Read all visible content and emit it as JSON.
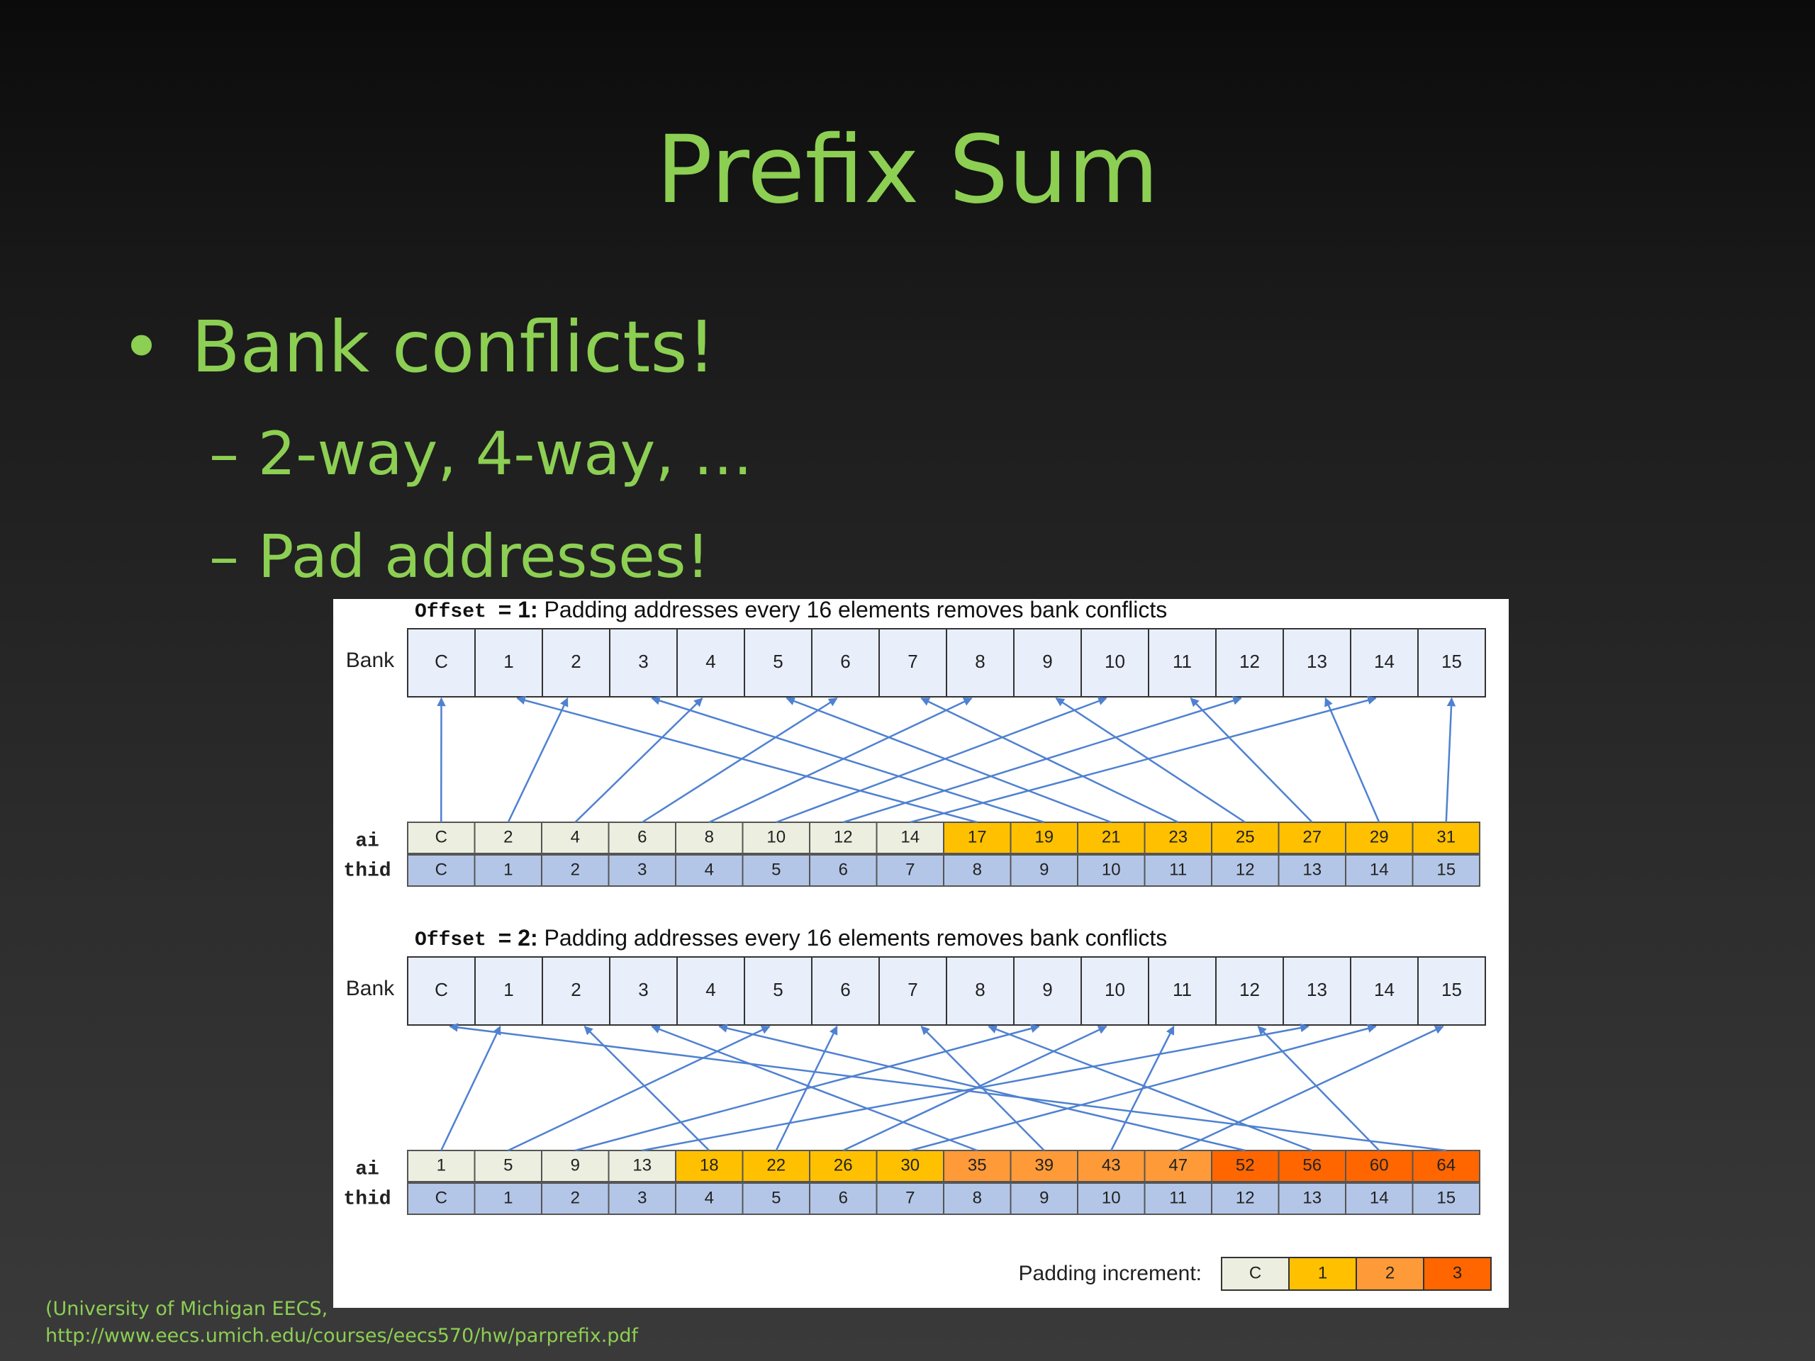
{
  "slide": {
    "title": "Prefix Sum",
    "bullet": {
      "marker": "•",
      "text": "Bank conflicts!"
    },
    "subbullets": [
      "– 2-way, 4-way, …",
      "– Pad addresses!"
    ],
    "citation": {
      "line1": "(University of Michigan EECS,",
      "line2": "http://www.eecs.umich.edu/courses/eecs570/hw/parprefix.pdf"
    }
  },
  "figure": {
    "colors": {
      "bank_fill": "#e9eefb",
      "thid_fill": "#b4c6e7",
      "arrow": "#4f81d1",
      "pad0": "#eceee0",
      "pad1": "#ffc000",
      "pad2": "#ff9a38",
      "pad3": "#ff6600"
    },
    "row_labels": {
      "bank": "Bank",
      "ai": "ai",
      "thid": "thid"
    },
    "bank_values": [
      "C",
      "1",
      "2",
      "3",
      "4",
      "5",
      "6",
      "7",
      "8",
      "9",
      "10",
      "11",
      "12",
      "13",
      "14",
      "15"
    ],
    "thid_values": [
      "C",
      "1",
      "2",
      "3",
      "4",
      "5",
      "6",
      "7",
      "8",
      "9",
      "10",
      "11",
      "12",
      "13",
      "14",
      "15"
    ],
    "panels": [
      {
        "offset_word": "Offset",
        "offset_eq": "= 1:",
        "caption": "Padding addresses every 16 elements removes bank conflicts",
        "ai_values": [
          "C",
          "2",
          "4",
          "6",
          "8",
          "10",
          "12",
          "14",
          "17",
          "19",
          "21",
          "23",
          "25",
          "27",
          "29",
          "31"
        ],
        "ai_padding": [
          0,
          0,
          0,
          0,
          0,
          0,
          0,
          0,
          1,
          1,
          1,
          1,
          1,
          1,
          1,
          1
        ]
      },
      {
        "offset_word": "Offset",
        "offset_eq": "= 2:",
        "caption": "Padding addresses every 16 elements removes bank conflicts",
        "ai_values": [
          "1",
          "5",
          "9",
          "13",
          "18",
          "22",
          "26",
          "30",
          "35",
          "39",
          "43",
          "47",
          "52",
          "56",
          "60",
          "64"
        ],
        "ai_padding": [
          0,
          0,
          0,
          0,
          1,
          1,
          1,
          1,
          2,
          2,
          2,
          2,
          3,
          3,
          3,
          3
        ]
      }
    ],
    "legend": {
      "label": "Padding increment:",
      "values": [
        "C",
        "1",
        "2",
        "3"
      ]
    }
  }
}
